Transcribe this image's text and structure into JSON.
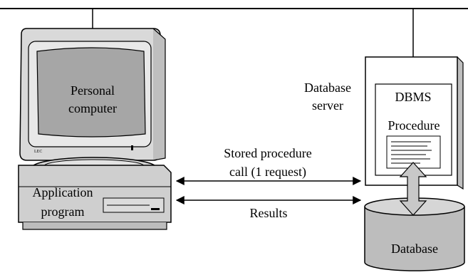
{
  "pc": {
    "screen_label_line1": "Personal",
    "screen_label_line2": "computer",
    "brand_text": "LEC",
    "base_label_line1": "Application",
    "base_label_line2": "program"
  },
  "server": {
    "label_line1": "Database",
    "label_line2": "server",
    "dbms_label": "DBMS",
    "procedure_label": "Procedure"
  },
  "database": {
    "label": "Database"
  },
  "arrows": {
    "request_label_line1": "Stored procedure",
    "request_label_line2": "call (1 request)",
    "results_label": "Results"
  },
  "colors": {
    "line": "#000000",
    "monitor_body": "#d9d9d9",
    "screen": "#a6a6a6",
    "base_body": "#cfcfcf",
    "cylinder": "#bdbdbd",
    "connector": "#c8c8c8"
  }
}
